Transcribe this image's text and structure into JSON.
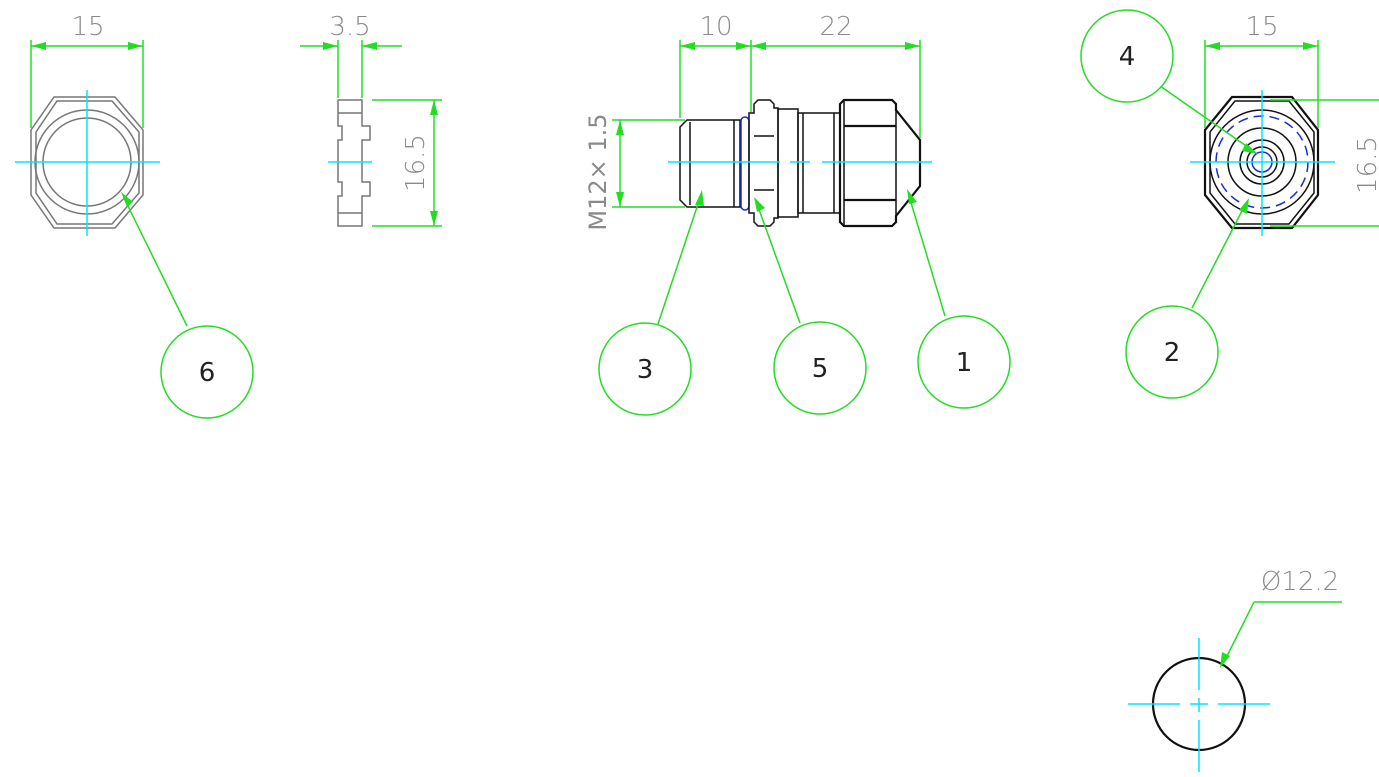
{
  "drawing": {
    "colors": {
      "dimension": "#22dd22",
      "centerline": "#00e5ff",
      "part_outline": "#111111",
      "hidden_gray": "#777777",
      "hidden_blue": "#1a2bd6",
      "dimension_text": "#8a8a8a"
    },
    "dimensions": {
      "nut_width": "15",
      "nut_thickness": "3.5",
      "nut_height": "16.5",
      "thread_length": "10",
      "body_length": "22",
      "thread_spec": "M12× 1.5",
      "end_view_width": "15",
      "end_view_height": "16.5",
      "ring_diameter": "Ø12.2"
    },
    "balloons": {
      "b1": "1",
      "b2": "2",
      "b3": "3",
      "b4": "4",
      "b5": "5",
      "b6": "6"
    }
  }
}
